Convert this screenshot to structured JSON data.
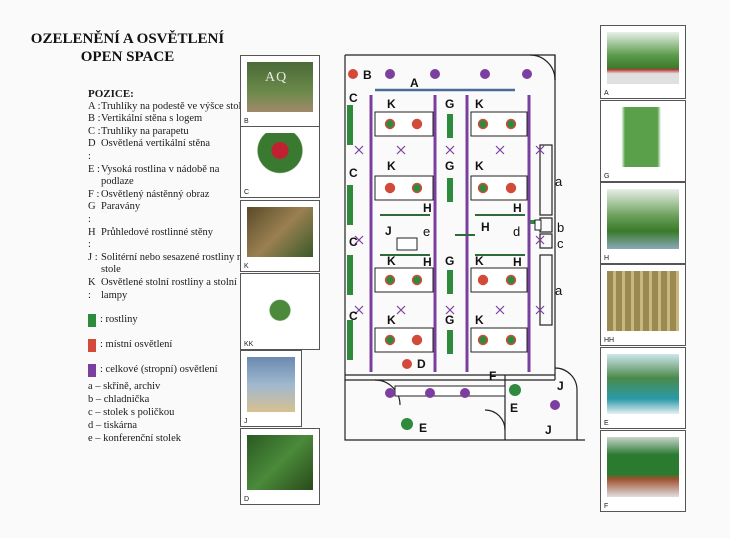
{
  "title_line1": "OZELENĚNÍ A OSVĚTLENÍ",
  "title_line2": "OPEN SPACE",
  "legend_head": "POZICE:",
  "positions": [
    {
      "key": "A",
      "text": "Truhlíky na podestě ve výšce stolů"
    },
    {
      "key": "B",
      "text": "Vertikální stěna s logem"
    },
    {
      "key": "C",
      "text": "Truhlíky na parapetu"
    },
    {
      "key": "D",
      "text": "Osvětlená vertikální stěna"
    },
    {
      "key": "E",
      "text": "Vysoká rostlina v nádobě na podlaze"
    },
    {
      "key": "F",
      "text": "Osvětlený nástěnný obraz"
    },
    {
      "key": "G",
      "text": "Paravány"
    },
    {
      "key": "H",
      "text": "Průhledové rostlinné stěny"
    },
    {
      "key": "J",
      "text": "Solitérní nebo sesazené rostliny na stole"
    },
    {
      "key": "K",
      "text": "Osvětlené stolní rostliny a stolní lampy"
    }
  ],
  "swatches": {
    "plants": ": rostliny",
    "local_light": ": místní osvětlení",
    "ceiling_light": ": celkové (stropní) osvětlení"
  },
  "colors": {
    "plants": "#2e8b3e",
    "local_light": "#d44a3a",
    "ceiling_light": "#7b3fa0"
  },
  "notes": [
    "a – skříně, archiv",
    "b – chladnička",
    "c – stolek s poličkou",
    "d – tiskárna",
    "e – konferenční stolek"
  ],
  "photos": {
    "left": [
      {
        "cap": "B",
        "logo": "AQ"
      },
      {
        "cap": "C"
      },
      {
        "cap": "K"
      },
      {
        "cap": "KK"
      },
      {
        "cap": "J"
      },
      {
        "cap": "D"
      }
    ],
    "right": [
      {
        "cap": "A"
      },
      {
        "cap": "G"
      },
      {
        "cap": "H"
      },
      {
        "cap": "HH"
      },
      {
        "cap": "E"
      },
      {
        "cap": "F"
      }
    ]
  },
  "plan": {
    "labels": {
      "A": "A",
      "B": "B",
      "C": "C",
      "D": "D",
      "E": "E",
      "F": "F",
      "G": "G",
      "H": "H",
      "J": "J",
      "K": "K",
      "a": "a",
      "b": "b",
      "c": "c",
      "d": "d",
      "e": "e"
    }
  }
}
